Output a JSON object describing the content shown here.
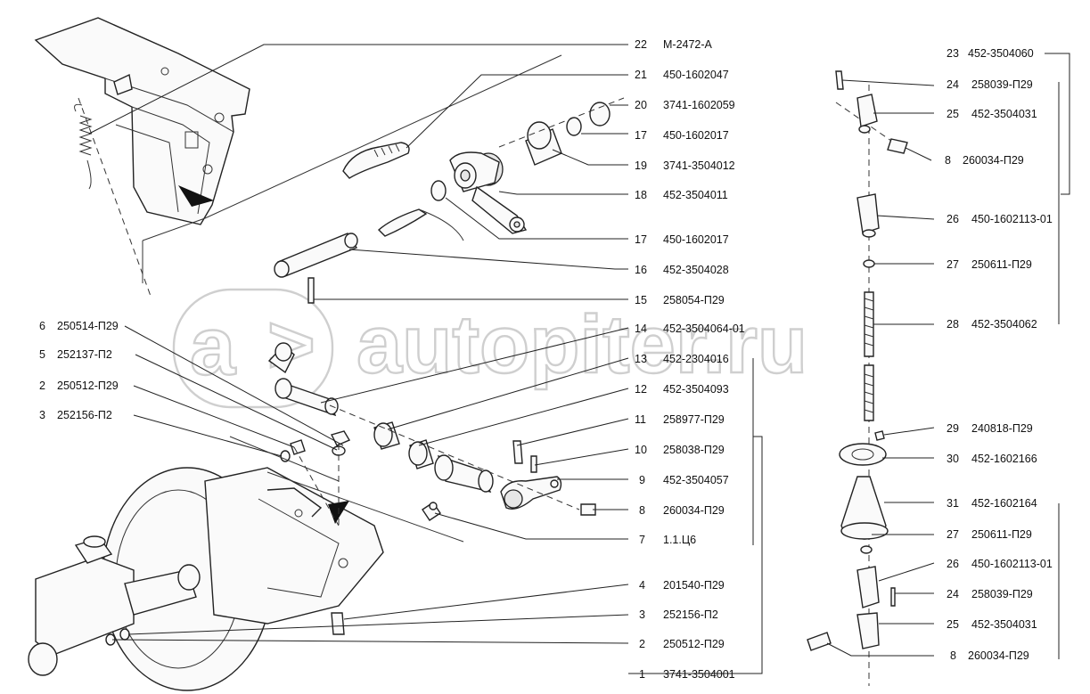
{
  "watermark": "autopiter.ru",
  "labels": [
    {
      "id": "22",
      "num": "22",
      "code": "М-2472-А"
    },
    {
      "id": "21",
      "num": "21",
      "code": "450-1602047"
    },
    {
      "id": "20",
      "num": "20",
      "code": "3741-1602059"
    },
    {
      "id": "17a",
      "num": "17",
      "code": "450-1602017"
    },
    {
      "id": "19",
      "num": "19",
      "code": "3741-3504012"
    },
    {
      "id": "18",
      "num": "18",
      "code": "452-3504011"
    },
    {
      "id": "17b",
      "num": "17",
      "code": "450-1602017"
    },
    {
      "id": "16",
      "num": "16",
      "code": "452-3504028"
    },
    {
      "id": "15",
      "num": "15",
      "code": "258054-П29"
    },
    {
      "id": "14",
      "num": "14",
      "code": "452-3504064-01"
    },
    {
      "id": "13",
      "num": "13",
      "code": "452-2304016"
    },
    {
      "id": "12",
      "num": "12",
      "code": "452-3504093"
    },
    {
      "id": "11",
      "num": "11",
      "code": "258977-П29"
    },
    {
      "id": "10",
      "num": "10",
      "code": "258038-П29"
    },
    {
      "id": "9",
      "num": "9",
      "code": "452-3504057"
    },
    {
      "id": "8a",
      "num": "8",
      "code": "260034-П29"
    },
    {
      "id": "7",
      "num": "7",
      "code": "1.1.Ц6"
    },
    {
      "id": "4",
      "num": "4",
      "code": "201540-П29"
    },
    {
      "id": "3b",
      "num": "3",
      "code": "252156-П2"
    },
    {
      "id": "2b",
      "num": "2",
      "code": "250512-П29"
    },
    {
      "id": "1",
      "num": "1",
      "code": "3741-3504001"
    },
    {
      "id": "6",
      "num": "6",
      "code": "250514-П29"
    },
    {
      "id": "5",
      "num": "5",
      "code": "252137-П2"
    },
    {
      "id": "2a",
      "num": "2",
      "code": "250512-П29"
    },
    {
      "id": "3a",
      "num": "3",
      "code": "252156-П2"
    },
    {
      "id": "23",
      "num": "23",
      "code": "452-3504060"
    },
    {
      "id": "24a",
      "num": "24",
      "code": "258039-П29"
    },
    {
      "id": "25a",
      "num": "25",
      "code": "452-3504031"
    },
    {
      "id": "8b",
      "num": "8",
      "code": "260034-П29"
    },
    {
      "id": "26a",
      "num": "26",
      "code": "450-1602113-01"
    },
    {
      "id": "27a",
      "num": "27",
      "code": "250611-П29"
    },
    {
      "id": "28",
      "num": "28",
      "code": "452-3504062"
    },
    {
      "id": "29",
      "num": "29",
      "code": "240818-П29"
    },
    {
      "id": "30",
      "num": "30",
      "code": "452-1602166"
    },
    {
      "id": "31",
      "num": "31",
      "code": "452-1602164"
    },
    {
      "id": "27b",
      "num": "27",
      "code": "250611-П29"
    },
    {
      "id": "26b",
      "num": "26",
      "code": "450-1602113-01"
    },
    {
      "id": "24b",
      "num": "24",
      "code": "258039-П29"
    },
    {
      "id": "25b",
      "num": "25",
      "code": "452-3504031"
    },
    {
      "id": "8c",
      "num": "8",
      "code": "260034-П29"
    }
  ]
}
